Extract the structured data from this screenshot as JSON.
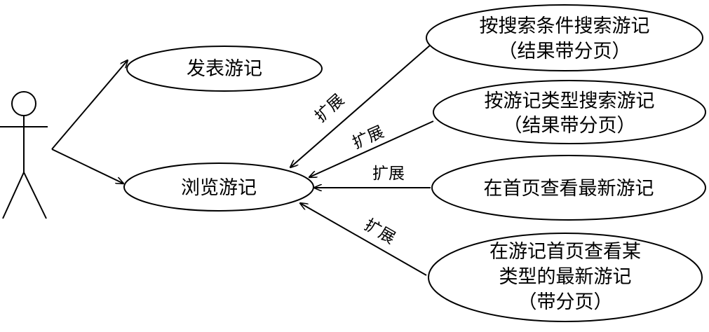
{
  "use_cases": {
    "publish": "发表游记",
    "browse": "浏览游记",
    "search_by_condition": [
      "按搜索条件搜索游记",
      "（结果带分页）"
    ],
    "search_by_type": [
      "按游记类型搜索游记",
      "（结果带分页）"
    ],
    "latest_home": "在首页查看最新游记",
    "latest_by_type": [
      "在游记首页查看某",
      "类型的最新游记",
      "（带分页）"
    ]
  },
  "relations": {
    "extend_1": "扩展",
    "extend_2": "扩展",
    "extend_3": "扩展",
    "extend_4": "扩展"
  }
}
